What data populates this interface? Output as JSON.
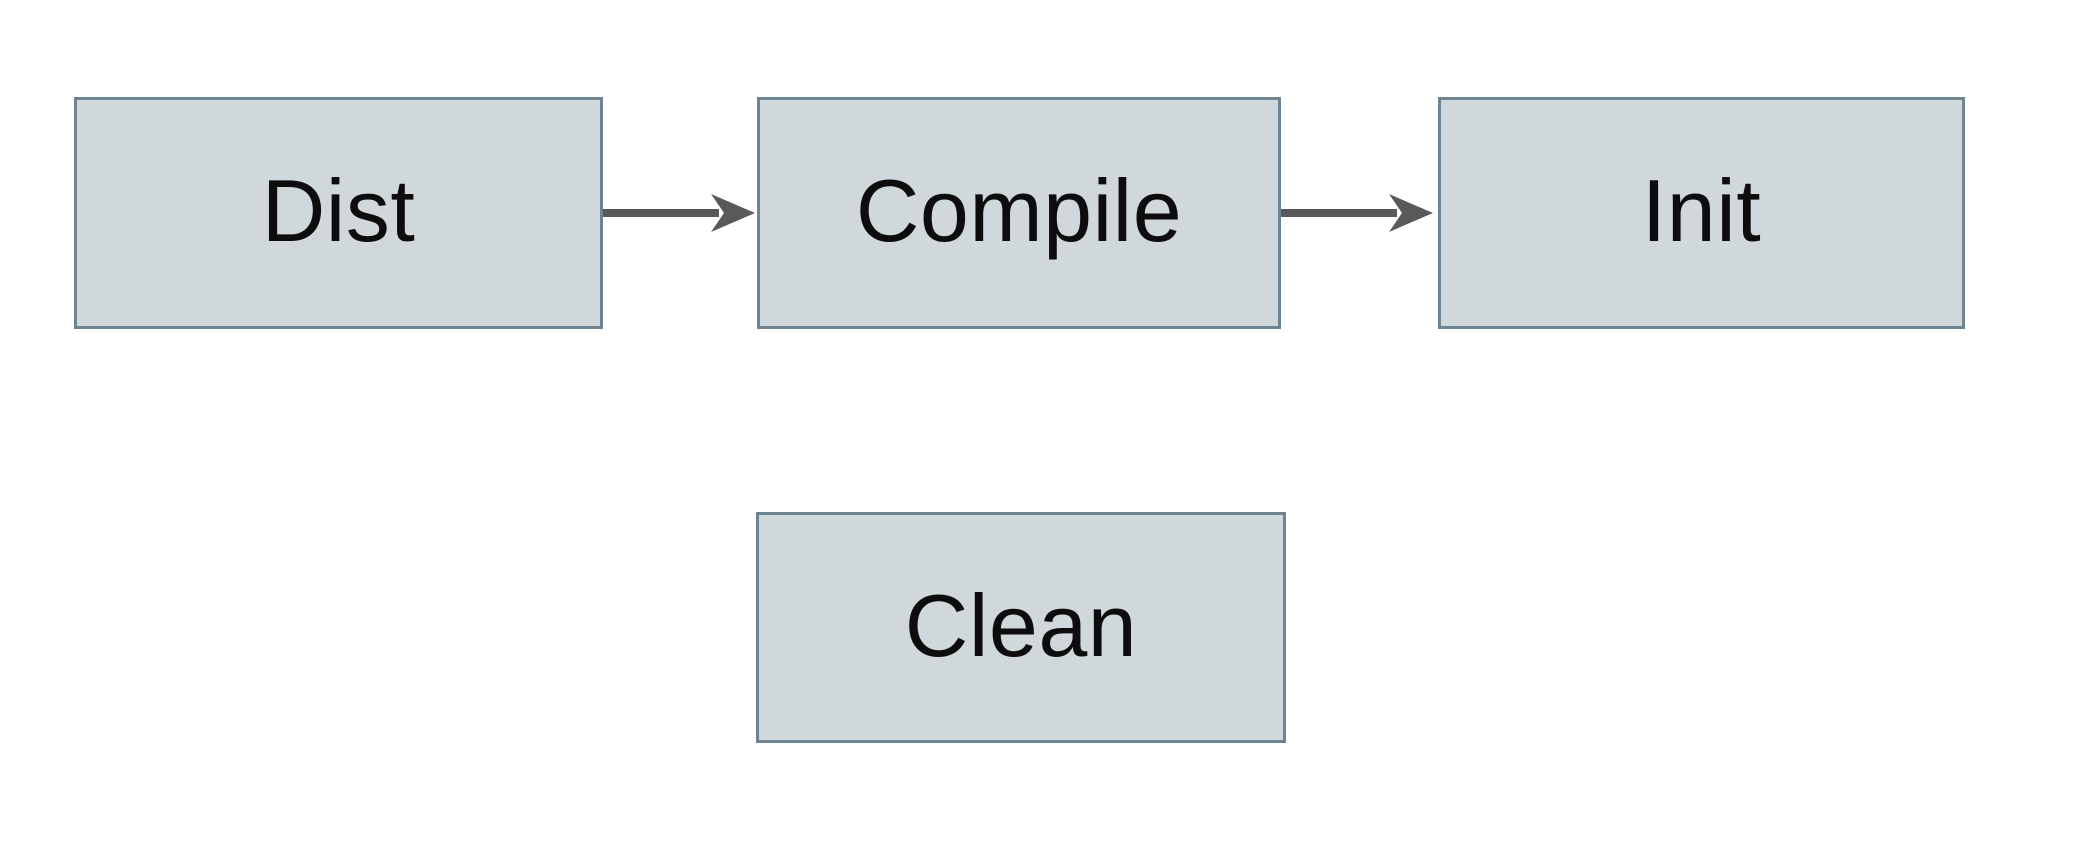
{
  "diagram": {
    "background_color": "#ffffff",
    "node_fill_color": "#d1d8db",
    "node_border_color": "#6e8493",
    "arrow_color": "#58595b",
    "label_color": "#0d0d0d",
    "nodes": [
      {
        "id": "dist",
        "label": "Dist"
      },
      {
        "id": "compile",
        "label": "Compile"
      },
      {
        "id": "init",
        "label": "Init"
      },
      {
        "id": "clean",
        "label": "Clean"
      }
    ],
    "edges": [
      {
        "from": "Dist",
        "to": "Compile",
        "direction": "right"
      },
      {
        "from": "Compile",
        "to": "Init",
        "direction": "right"
      }
    ]
  }
}
